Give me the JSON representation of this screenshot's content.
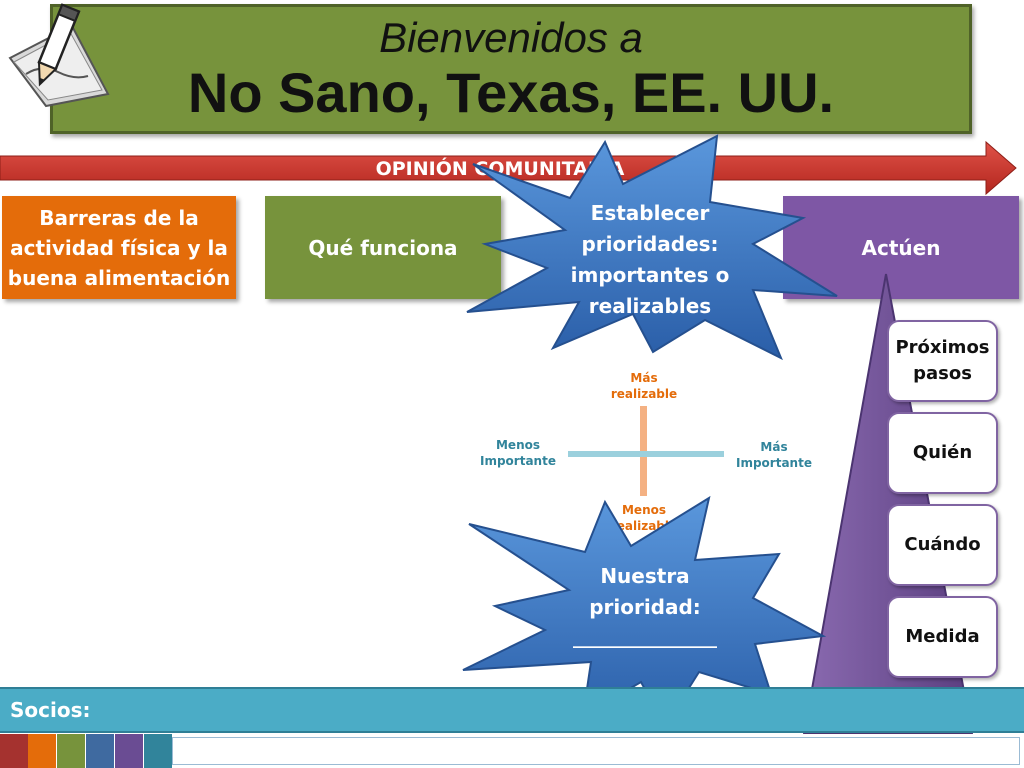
{
  "title": {
    "line1": "Bienvenidos a",
    "line2": "No Sano, Texas, EE. UU."
  },
  "banner": {
    "label": "OPINIÓN COMUNITARIA"
  },
  "columns": {
    "barreras": "Barreras de la actividad física y la buena alimentación",
    "que_funciona": "Qué funciona",
    "actuen": "Actúen"
  },
  "star_prioridades": {
    "text": "Establecer prioridades: importantes o realizables"
  },
  "matrix": {
    "mas_realizable": "Más realizable",
    "menos_realizable": "Menos realizable",
    "menos_importante": "Menos Importante",
    "mas_importante": "Más Importante"
  },
  "star_prioridad": {
    "line1": "Nuestra",
    "line2": "prioridad:",
    "blank": "________________"
  },
  "steps": [
    "Próximos pasos",
    "Quién",
    "Cuándo",
    "Medida"
  ],
  "socios": {
    "label": "Socios:"
  },
  "colors": {
    "title_green": "#77933c",
    "banner_red": "#c0392b",
    "orange": "#e46c0a",
    "purple": "#7e57a5",
    "star_blue": "#3b7bc8",
    "socios_teal": "#4bacc6",
    "swatches": [
      "#a5322f",
      "#e46c0a",
      "#77933c",
      "#3f6aa0",
      "#6a4c93",
      "#31849b"
    ]
  },
  "icons": {
    "corner": "pencil-paper-icon"
  }
}
